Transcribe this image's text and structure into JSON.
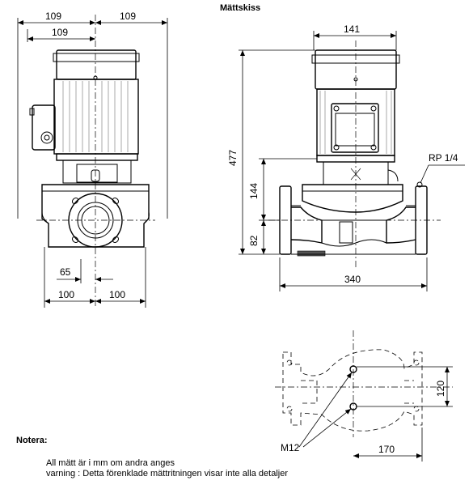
{
  "title": "Mättskiss",
  "left_view": {
    "dims": {
      "top_left": "109",
      "top_right": "109",
      "top_inner": "109",
      "bottom_offset": "65",
      "bottom_left": "100",
      "bottom_right": "100"
    }
  },
  "side_view": {
    "dims": {
      "motor_width": "141",
      "total_height": "477",
      "height_upper": "144",
      "height_lower": "82",
      "flange_length": "340",
      "port": "RP 1/4"
    }
  },
  "flange_view": {
    "dims": {
      "bolt_spacing": "120",
      "bolt_offset": "170",
      "bolt_size": "M12"
    }
  },
  "notes": {
    "heading": "Notera:",
    "line1": "All mätt är i mm om andra anges",
    "line2": "varning : Detta förenklade mättritningen visar inte alla detaljer"
  }
}
